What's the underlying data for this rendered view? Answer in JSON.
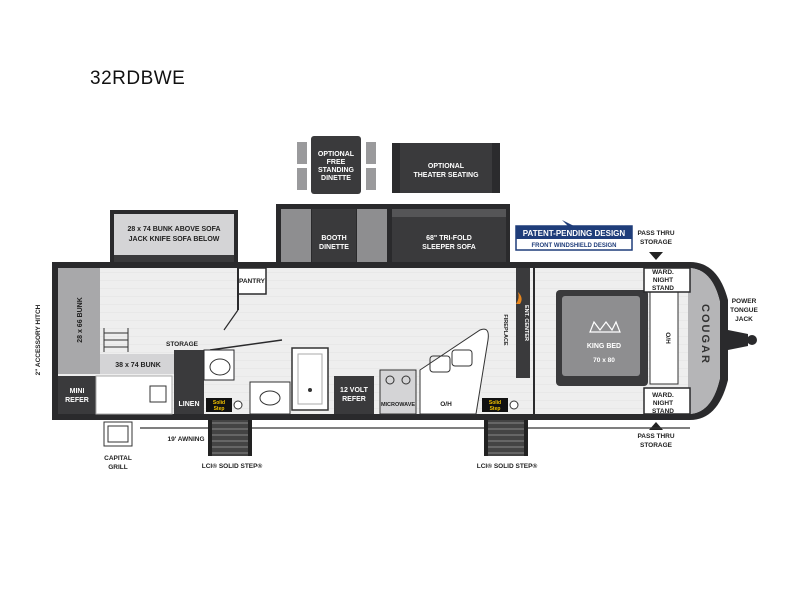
{
  "title": "32RDBWE",
  "labels": {
    "optional_dinette": [
      "OPTIONAL",
      "FREE",
      "STANDING",
      "DINETTE"
    ],
    "optional_theater": [
      "OPTIONAL",
      "THEATER SEATING"
    ],
    "bunk_above_sofa": [
      "28 x 74 BUNK ABOVE SOFA",
      "JACK KNIFE SOFA BELOW"
    ],
    "booth_dinette": [
      "BOOTH",
      "DINETTE"
    ],
    "sleeper_sofa": [
      "68\" TRI-FOLD",
      "SLEEPER SOFA"
    ],
    "patent_main": "PATENT-PENDING DESIGN",
    "patent_sub": "FRONT WINDSHIELD DESIGN",
    "pass_thru_top": [
      "PASS THRU",
      "STORAGE"
    ],
    "pass_thru_bottom": [
      "PASS THRU",
      "STORAGE"
    ],
    "ward_top": [
      "WARD.",
      "NIGHT",
      "STAND"
    ],
    "ward_bottom": [
      "WARD.",
      "NIGHT",
      "STAND"
    ],
    "power_jack": [
      "POWER",
      "TONGUE",
      "JACK"
    ],
    "pantry": "PANTRY",
    "bunk_28x66": "28 x 66 BUNK",
    "accessory_hitch": "2\" ACCESSORY HITCH",
    "storage": "STORAGE",
    "bunk_38x74": "38 x 74 BUNK",
    "mini_refer": [
      "MINI",
      "REFER"
    ],
    "linen": "LINEN",
    "volt_refer": [
      "12 VOLT",
      "REFER"
    ],
    "microwave": "MICROWAVE",
    "oh": "O/H",
    "fireplace": "FIREPLACE",
    "ent_center": "ENT. CENTER",
    "king_bed": "KING BED",
    "bed_size": "70 x 80",
    "oh_front": "O/H",
    "cougar": "COUGAR",
    "solid_step": [
      "Solid",
      "Step"
    ],
    "awning": "19' AWNING",
    "capital_grill": [
      "CAPITAL",
      "GRILL"
    ],
    "lci_step_left": "LCI® SOLID STEP®",
    "lci_step_right": "LCI® SOLID STEP®"
  },
  "colors": {
    "dark": "#3a3a3c",
    "medium": "#8e8e90",
    "light": "#d4d4d6",
    "floor": "#eeeeee",
    "wall": "#2a2a2c",
    "patent_blue": "#1f3d7a"
  }
}
